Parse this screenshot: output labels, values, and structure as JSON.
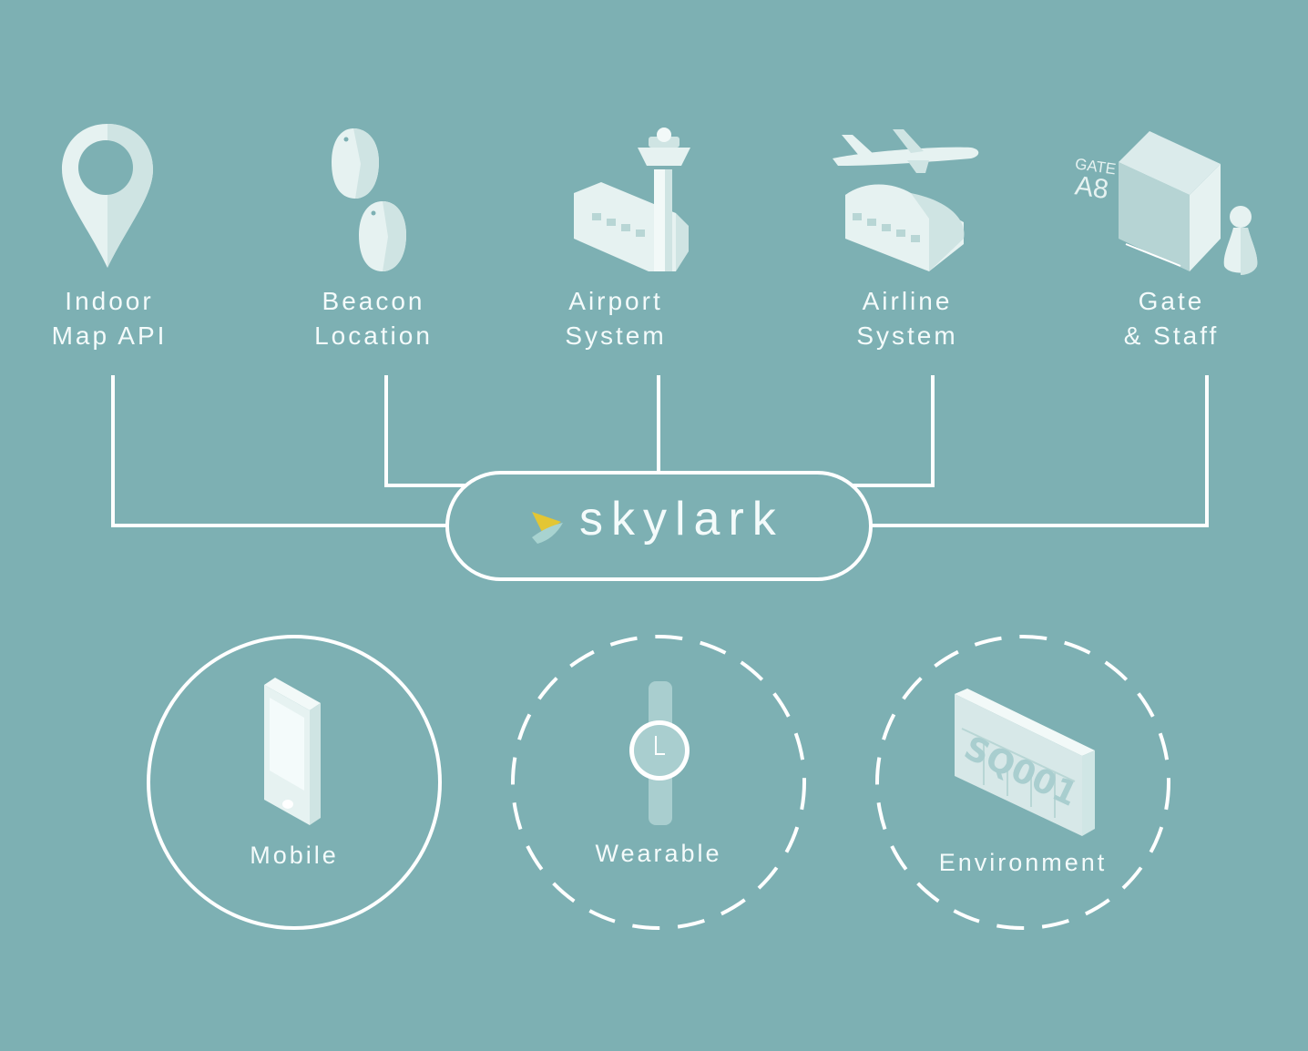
{
  "brand": {
    "name": "skylark",
    "accent": "#e3c634",
    "secondary": "#a8d3d0"
  },
  "colors": {
    "background": "#7db0b3",
    "line": "#ffffff",
    "icon_fill": "#e6f2f1"
  },
  "sources": [
    {
      "id": "indoor-map",
      "icon": "map-pin-icon",
      "line1": "Indoor",
      "line2": "Map API"
    },
    {
      "id": "beacon",
      "icon": "beacon-icon",
      "line1": "Beacon",
      "line2": "Location"
    },
    {
      "id": "airport",
      "icon": "control-tower-icon",
      "line1": "Airport",
      "line2": "System"
    },
    {
      "id": "airline",
      "icon": "airplane-hangar-icon",
      "line1": "Airline",
      "line2": "System"
    },
    {
      "id": "gate",
      "icon": "gate-icon",
      "line1": "Gate",
      "line2": "& Staff",
      "sign_top": "GATE",
      "sign_bottom": "A8"
    }
  ],
  "devices": [
    {
      "id": "mobile",
      "icon": "smartphone-icon",
      "label": "Mobile",
      "border": "solid"
    },
    {
      "id": "wearable",
      "icon": "wristwatch-icon",
      "label": "Wearable",
      "border": "dashed"
    },
    {
      "id": "environment",
      "icon": "flight-display-board-icon",
      "label": "Environment",
      "border": "dashed",
      "board_text": "SQ001"
    }
  ]
}
